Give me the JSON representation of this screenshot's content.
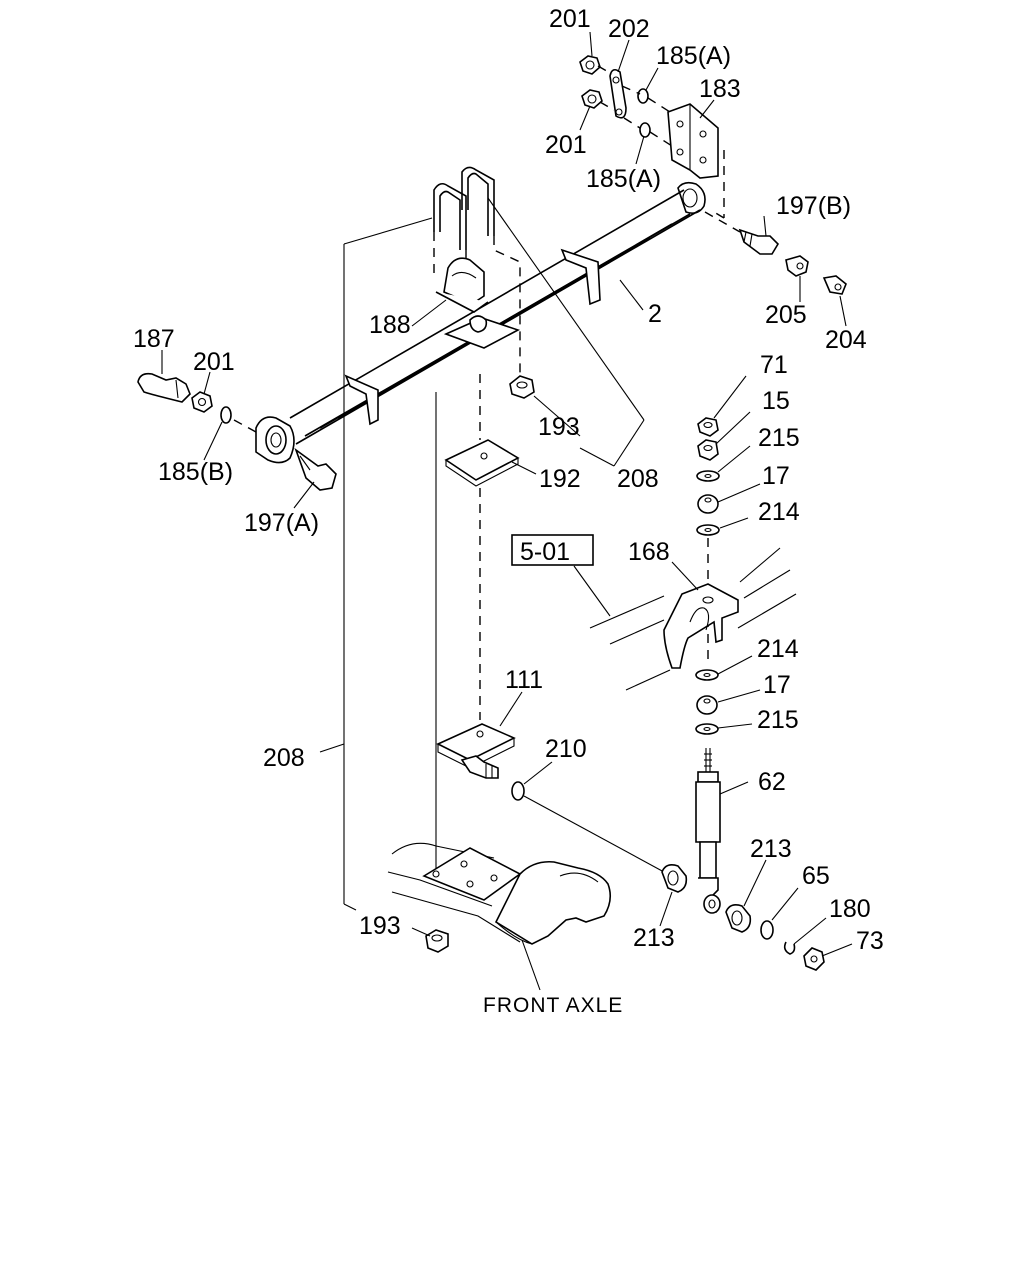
{
  "diagram": {
    "section_ref": "5-01",
    "axle_label": "FRONT AXLE",
    "labels": [
      {
        "key": "l201a",
        "text": "201"
      },
      {
        "key": "l202",
        "text": "202"
      },
      {
        "key": "l185a1",
        "text": "185(A)"
      },
      {
        "key": "l183",
        "text": "183"
      },
      {
        "key": "l201b",
        "text": "201"
      },
      {
        "key": "l185a2",
        "text": "185(A)"
      },
      {
        "key": "l197b",
        "text": "197(B)"
      },
      {
        "key": "l205",
        "text": "205"
      },
      {
        "key": "l204",
        "text": "204"
      },
      {
        "key": "l2",
        "text": "2"
      },
      {
        "key": "l188",
        "text": "188"
      },
      {
        "key": "l187",
        "text": "187"
      },
      {
        "key": "l201c",
        "text": "201"
      },
      {
        "key": "l185b",
        "text": "185(B)"
      },
      {
        "key": "l197a",
        "text": "197(A)"
      },
      {
        "key": "l193a",
        "text": "193"
      },
      {
        "key": "l208a",
        "text": "208"
      },
      {
        "key": "l192",
        "text": "192"
      },
      {
        "key": "l71",
        "text": "71"
      },
      {
        "key": "l15",
        "text": "15"
      },
      {
        "key": "l215a",
        "text": "215"
      },
      {
        "key": "l17a",
        "text": "17"
      },
      {
        "key": "l214a",
        "text": "214"
      },
      {
        "key": "l168",
        "text": "168"
      },
      {
        "key": "l214b",
        "text": "214"
      },
      {
        "key": "l17b",
        "text": "17"
      },
      {
        "key": "l215b",
        "text": "215"
      },
      {
        "key": "l62",
        "text": "62"
      },
      {
        "key": "l111",
        "text": "111"
      },
      {
        "key": "l210",
        "text": "210"
      },
      {
        "key": "l208b",
        "text": "208"
      },
      {
        "key": "l213a",
        "text": "213"
      },
      {
        "key": "l213b",
        "text": "213"
      },
      {
        "key": "l65",
        "text": "65"
      },
      {
        "key": "l180",
        "text": "180"
      },
      {
        "key": "l73",
        "text": "73"
      },
      {
        "key": "l193b",
        "text": "193"
      }
    ]
  }
}
